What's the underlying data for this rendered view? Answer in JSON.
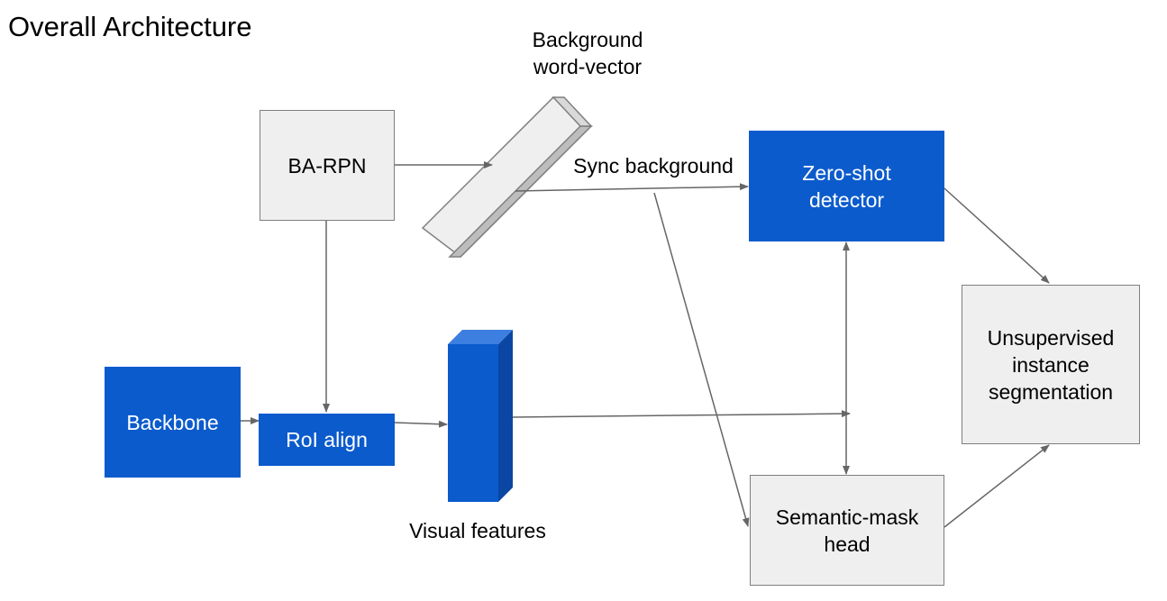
{
  "title": "Overall Architecture",
  "colors": {
    "accent_blue": "#0b5bcc",
    "box_gray": "#efefef",
    "border_gray": "#7f7f7f",
    "arrow_gray": "#666666"
  },
  "nodes": {
    "ba_rpn": "BA-RPN",
    "backbone": "Backbone",
    "roi_align": "RoI align",
    "zero_shot_detector": "Zero-shot\ndetector",
    "unsupervised_segmentation": "Unsupervised\ninstance\nsegmentation",
    "semantic_mask_head": "Semantic-mask\nhead"
  },
  "labels": {
    "background_word_vector": "Background\nword-vector",
    "sync_background": "Sync background",
    "visual_features": "Visual features"
  }
}
